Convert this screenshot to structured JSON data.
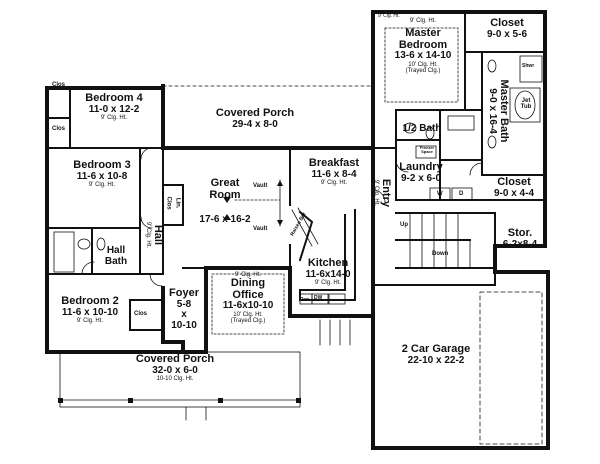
{
  "rooms": {
    "bedroom4": {
      "name": "Bedroom 4",
      "dims": "11-0 x 12-2",
      "ceil": "9' Clg. Ht."
    },
    "bedroom3": {
      "name": "Bedroom 3",
      "dims": "11-6 x 10-8",
      "ceil": "9' Clg. Ht."
    },
    "bedroom2": {
      "name": "Bedroom 2",
      "dims": "11-6 x 10-10",
      "ceil": "9' Clg. Ht."
    },
    "covered_porch_top": {
      "name": "Covered Porch",
      "dims": "29-4 x 8-0"
    },
    "great_room": {
      "name": "Great",
      "name2": "Room",
      "dims": "17-6 x 16-2",
      "vault1": "Vault",
      "vault2": "Vault"
    },
    "breakfast": {
      "name": "Breakfast",
      "dims": "11-6 x 8-4",
      "ceil": "9' Clg. Ht."
    },
    "kitchen": {
      "name": "Kitchen",
      "dims": "11-6x14-0",
      "ceil": "9' Clg. Ht."
    },
    "dining": {
      "ceil_top": "9' Clg. Ht.",
      "name": "Dining",
      "name2": "Office",
      "dims": "11-6x10-10",
      "ceil": "10' Clg. Ht.",
      "tray": "(Trayed Clg.)"
    },
    "foyer": {
      "name": "Foyer",
      "dims1": "5-8",
      "dims2": "x",
      "dims3": "10-10"
    },
    "hall": {
      "name": "Hall",
      "ceil": "9' Clg. Ht."
    },
    "hall_bath": {
      "name": "Hall",
      "name2": "Bath"
    },
    "covered_porch_bottom": {
      "name": "Covered Porch",
      "dims": "32-0 x 6-0",
      "ceil": "10-10 Clg. Ht."
    },
    "master_bedroom": {
      "ceil_top": "9' Clg. Ht.",
      "name": "Master",
      "name2": "Bedroom",
      "dims": "13-6 x 14-10",
      "ceil": "10' Clg. Ht.",
      "tray": "(Trayed Clg.)"
    },
    "closet_top": {
      "name": "Closet",
      "dims": "9-0 x 5-6"
    },
    "master_bath": {
      "name": "Master Bath",
      "dims": "9-0 x 16-4",
      "jet": "Jet",
      "tub": "Tub",
      "shwr": "Shwr"
    },
    "half_bath": {
      "name": "1/2 Bath"
    },
    "freezer": {
      "name": "Freezer",
      "name2": "Space"
    },
    "laundry": {
      "name": "Laundry",
      "dims": "9-2 x 6-0"
    },
    "closet_mid": {
      "name": "Closet",
      "dims": "9-0 x 4-4"
    },
    "entry": {
      "name": "Entry",
      "ceil": "9' Clg. Ht."
    },
    "stor": {
      "name": "Stor.",
      "dims": "6-2x8-4"
    },
    "garage": {
      "name": "2 Car Garage",
      "dims": "22-10 x 22-2"
    }
  },
  "labels": {
    "clos_b4_top": "Clos",
    "clos_b4_bot": "Clos",
    "clos_b2": "Clos",
    "clos_hall": "Clos",
    "linen": "Lin.",
    "pan": "Pan.",
    "dw": "DW",
    "up": "Up",
    "down": "Down",
    "w": "W",
    "d": "D",
    "raised_bar": "Raised Bar",
    "top_ceil": "9' Clg. Ht."
  }
}
